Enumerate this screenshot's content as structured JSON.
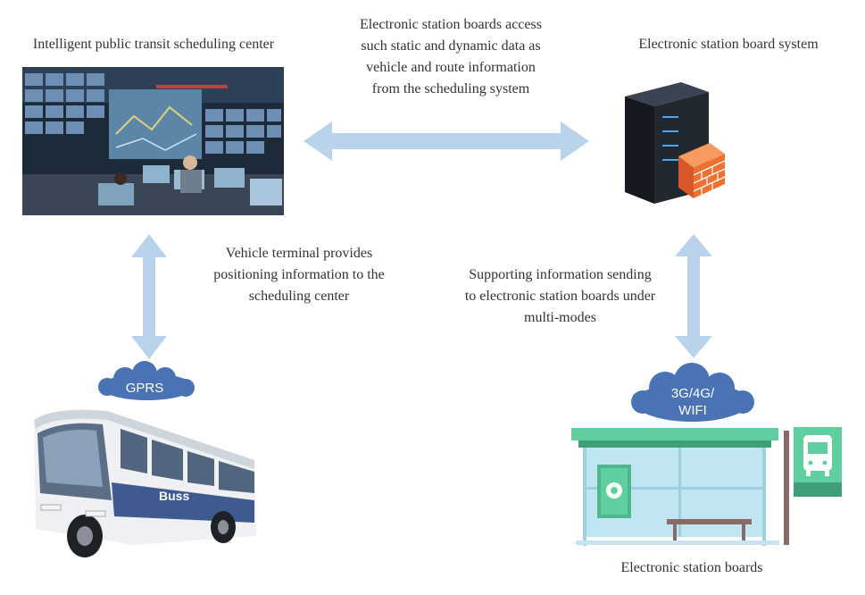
{
  "labels": {
    "center_title": "Intelligent public transit scheduling center",
    "board_system_title": "Electronic station board system",
    "top_arrow_text": "Electronic station boards access\nsuch static and dynamic data as\nvehicle and route information\nfrom the scheduling system",
    "left_arrow_text": "Vehicle terminal provides\npositioning information to the\nscheduling center",
    "right_arrow_text": "Supporting information sending\nto electronic station boards under\nmulti-modes",
    "station_title": "Electronic station boards"
  },
  "clouds": {
    "gprs": "GPRS",
    "wireless_line1": "3G/4G/",
    "wireless_line2": "WIFI"
  },
  "bus": {
    "side_text": "Buss"
  },
  "colors": {
    "arrow": "#b9d3ea",
    "cloud": "#4a73b5",
    "station_roof": "#5fcf9f",
    "station_glass": "#bfe6f1",
    "server": "#222831",
    "firewall": "#f07030"
  }
}
